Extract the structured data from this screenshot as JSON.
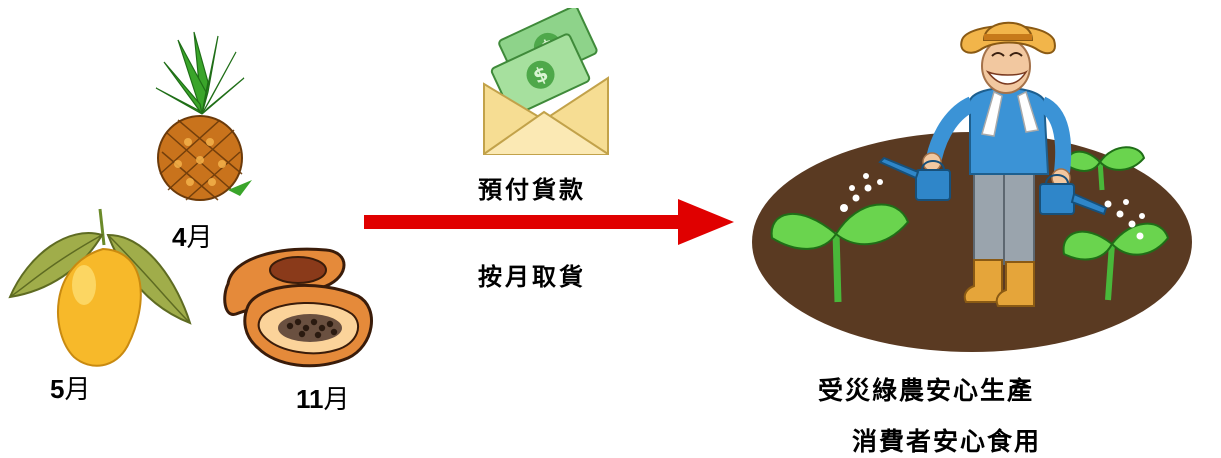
{
  "fruits": {
    "pineapple": {
      "month_num": "4",
      "month_unit": "月"
    },
    "mango": {
      "month_num": "5",
      "month_unit": "月"
    },
    "papaya": {
      "month_num": "11",
      "month_unit": "月"
    }
  },
  "arrow": {
    "top_label": "預付貨款",
    "bottom_label": "按月取貨",
    "color": "#e00000"
  },
  "captions": {
    "line1": "受災綠農安心生產",
    "line2": "消費者安心食用"
  },
  "icons": [
    "pineapple-icon",
    "mango-icon",
    "papaya-icon",
    "money-envelope-icon",
    "farmer-icon"
  ]
}
